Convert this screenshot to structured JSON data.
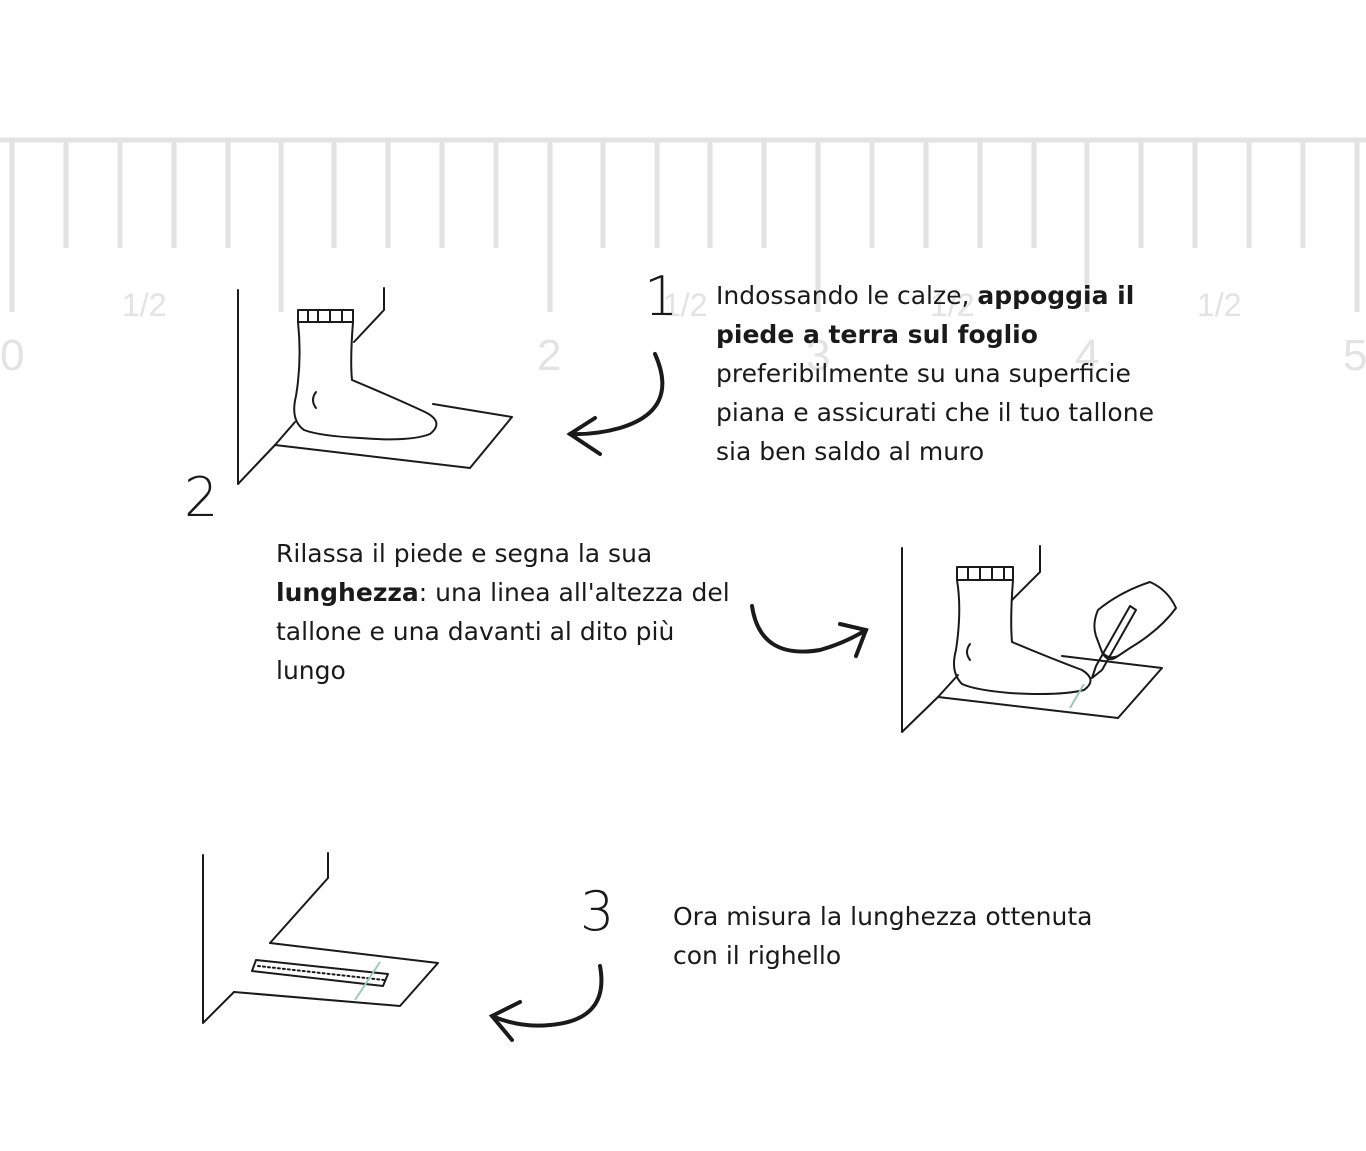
{
  "ruler": {
    "numbers": [
      "0",
      "2",
      "3",
      "4",
      "5"
    ],
    "half_labels": [
      "1/2",
      "1/2",
      "1/2",
      "1/2"
    ],
    "color": "#e3e3e3"
  },
  "steps": [
    {
      "number": "1",
      "text_before": "Indossando le calze, ",
      "text_bold": "appoggia il piede a terra sul foglio",
      "text_after": " preferibilmente su una superficie piana e assicurati che il tuo tallone sia ben saldo al muro"
    },
    {
      "number": "2",
      "text_before": "Rilassa il piede e segna la sua ",
      "text_bold": "lunghezza",
      "text_after": ": una linea all'altezza del tallone e una davanti al dito più lungo"
    },
    {
      "number": "3",
      "text": "Ora misura la lunghezza ottenuta con il righello"
    }
  ],
  "colors": {
    "ink": "#1a1a1a",
    "mark": "#9ec9b8"
  }
}
